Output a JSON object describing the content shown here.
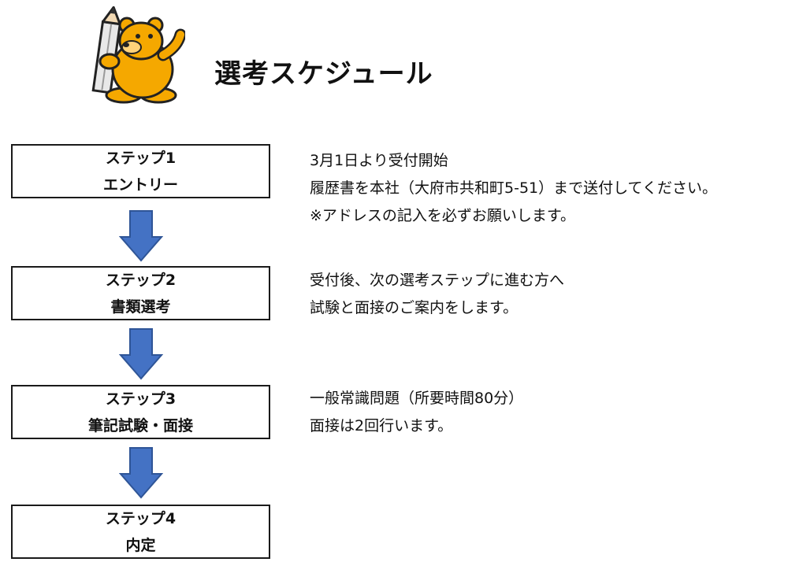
{
  "title": "選考スケジュール",
  "colors": {
    "arrow_fill": "#4472C4",
    "arrow_stroke": "#2F5597",
    "mascot_body": "#F5A800",
    "pencil": "#E8E8E8"
  },
  "icons": {
    "mascot": "bear-holding-pencil-icon",
    "step_arrow": "down-arrow-icon"
  },
  "steps": [
    {
      "label": "ステップ1",
      "name": "エントリー",
      "description": [
        "3月1日より受付開始",
        "履歴書を本社（大府市共和町5-51）まで送付してください。",
        "※アドレスの記入を必ずお願いします。"
      ]
    },
    {
      "label": "ステップ2",
      "name": "書類選考",
      "description": [
        "受付後、次の選考ステップに進む方へ",
        "試験と面接のご案内をします。"
      ]
    },
    {
      "label": "ステップ3",
      "name": "筆記試験・面接",
      "description": [
        "一般常識問題（所要時間80分）",
        "面接は2回行います。"
      ]
    },
    {
      "label": "ステップ4",
      "name": "内定",
      "description": []
    }
  ]
}
